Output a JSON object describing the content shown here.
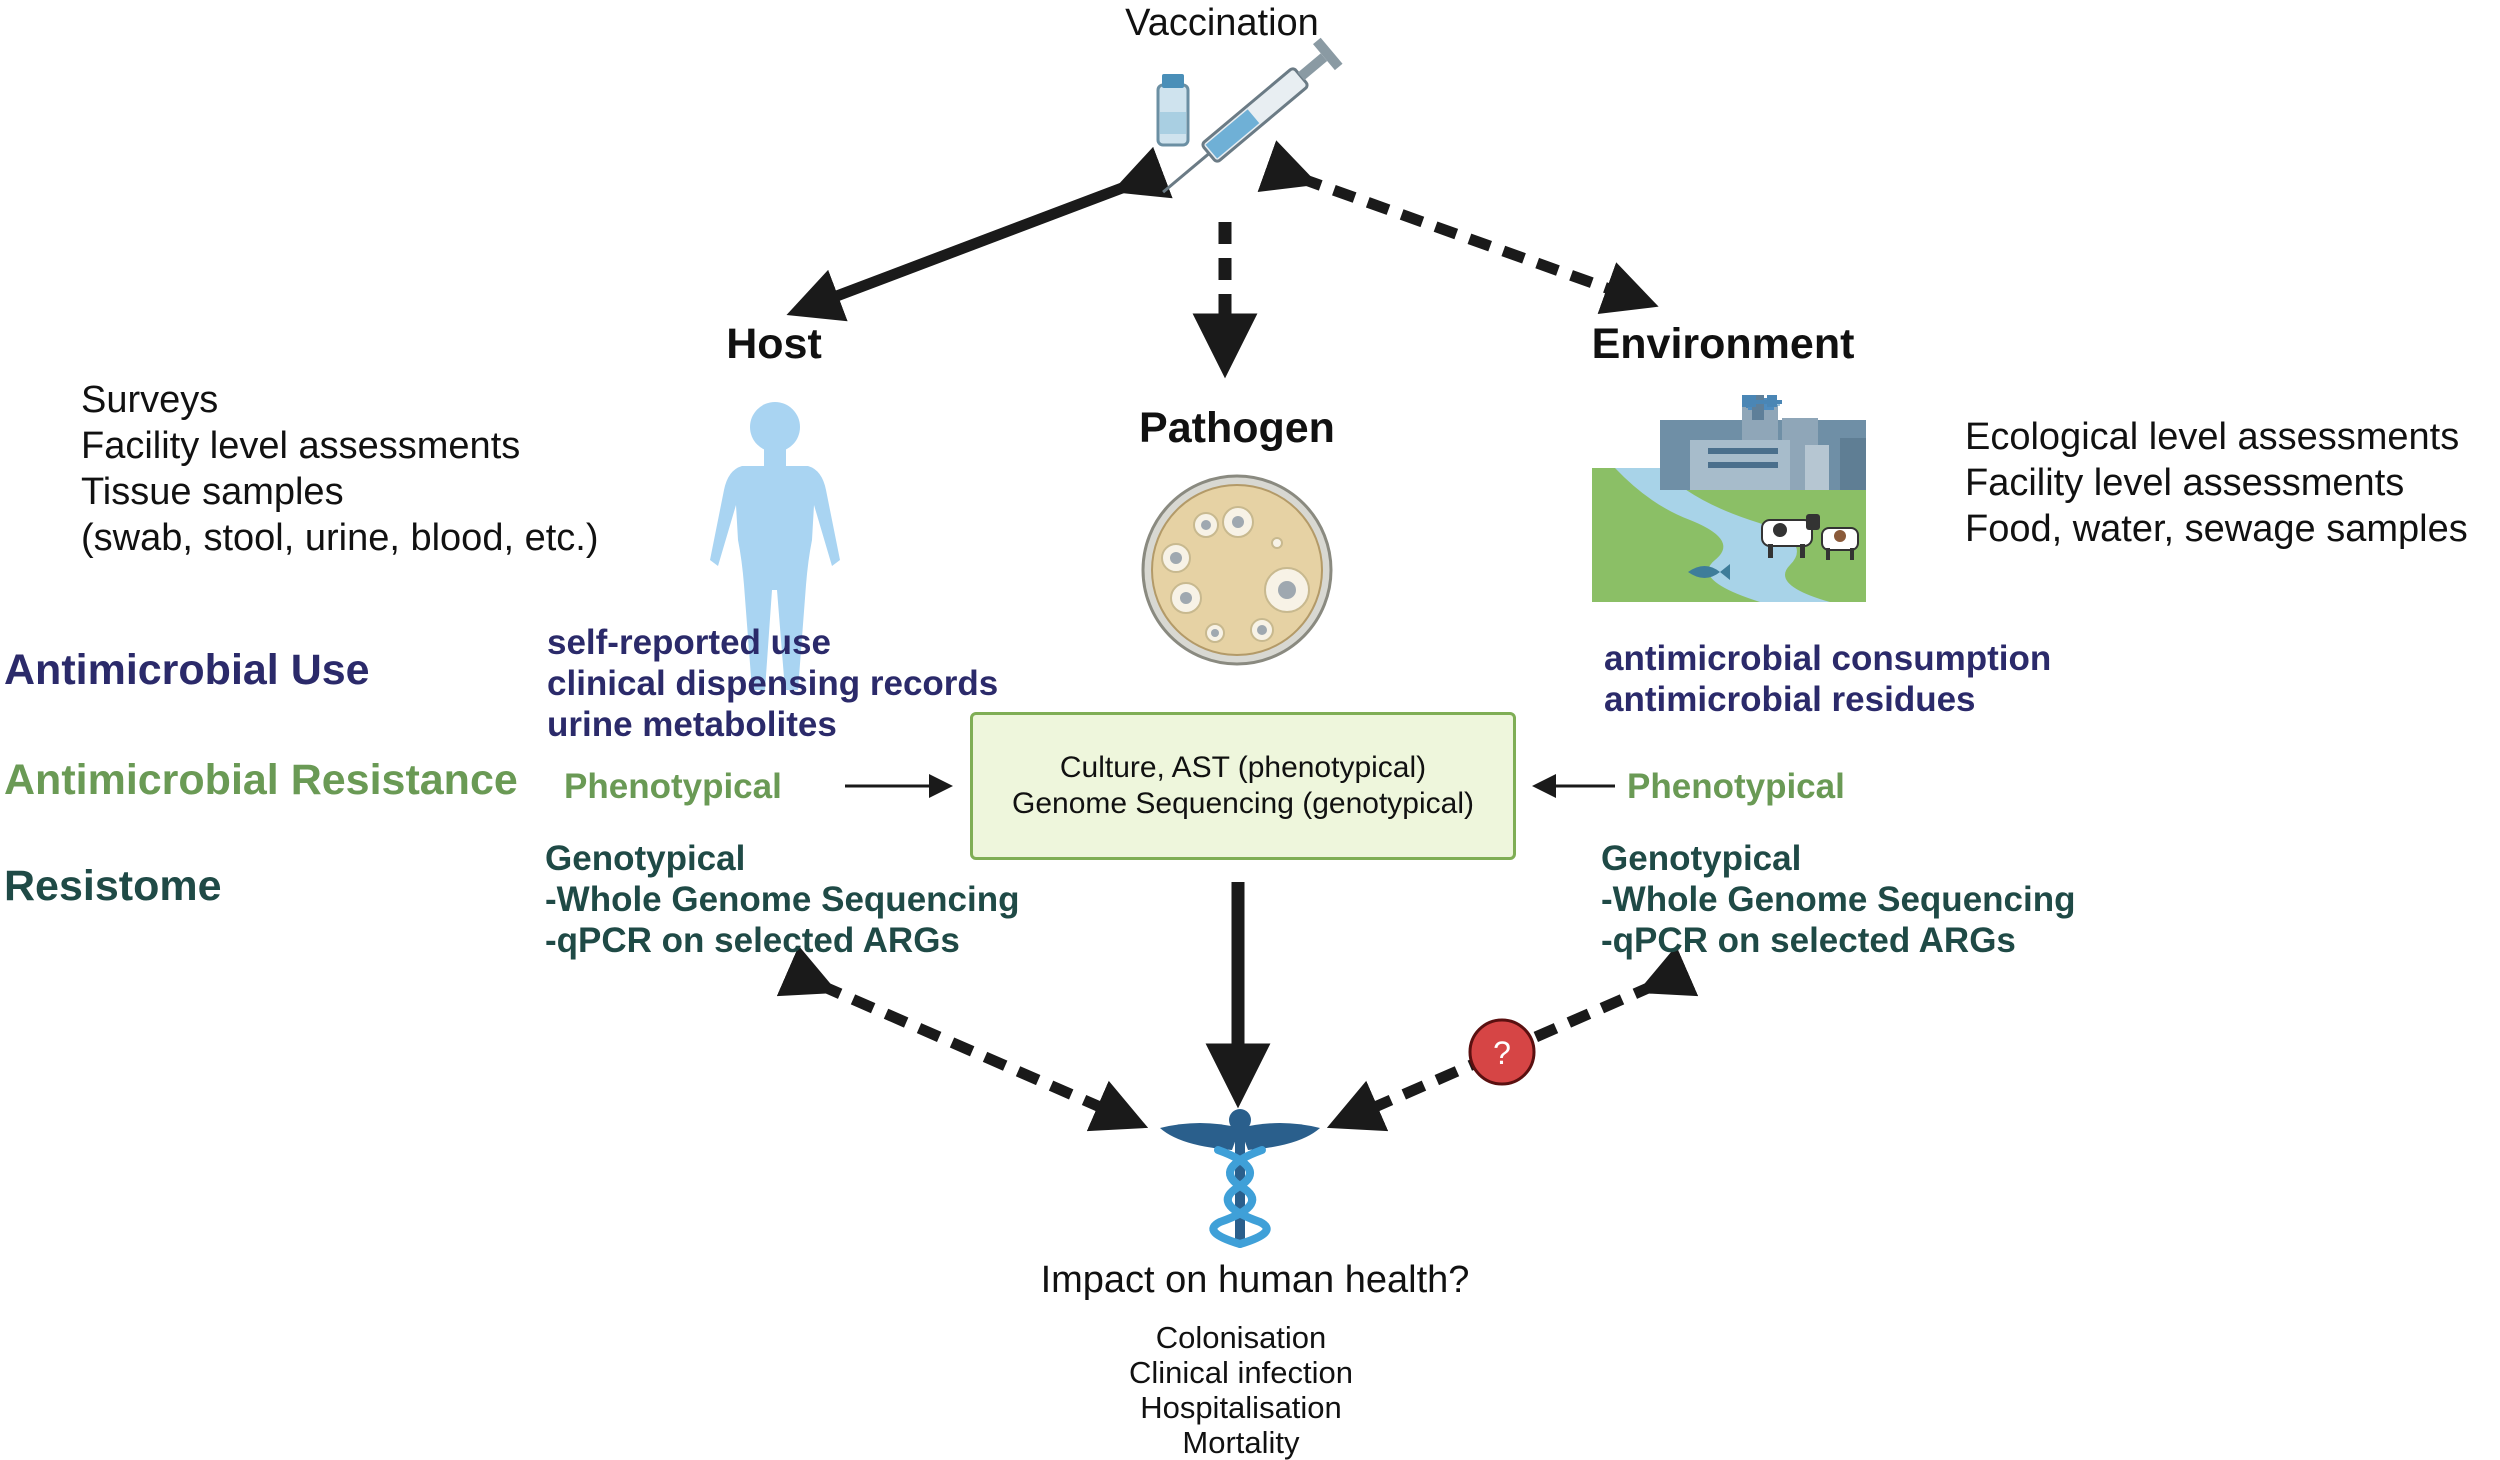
{
  "top": {
    "vaccination": "Vaccination"
  },
  "nodes": {
    "host": "Host",
    "pathogen": "Pathogen",
    "environment": "Environment"
  },
  "host_methods": [
    "Surveys",
    "Facility level assessments",
    "Tissue samples",
    "(swab, stool, urine, blood, etc.)"
  ],
  "env_methods": [
    "Ecological level assessments",
    "Facility level assessments",
    "Food, water, sewage samples"
  ],
  "rows": {
    "amu": "Antimicrobial Use",
    "amr": "Antimicrobial Resistance",
    "resistome": "Resistome"
  },
  "host_amu": [
    "self-reported use",
    "clinical dispensing records",
    "urine metabolites"
  ],
  "host_amr": "Phenotypical",
  "host_resistome": [
    "Genotypical",
    "-Whole Genome Sequencing",
    "-qPCR on selected ARGs"
  ],
  "env_amu": [
    "antimicrobial consumption",
    "antimicrobial residues"
  ],
  "env_amr": "Phenotypical",
  "env_resistome": [
    "Genotypical",
    "-Whole Genome Sequencing",
    "-qPCR on selected ARGs"
  ],
  "pathogen_box": [
    "Culture, AST (phenotypical)",
    "Genome Sequencing (genotypical)"
  ],
  "outcome": {
    "title": "Impact on human health?",
    "items": [
      "Colonisation",
      "Clinical infection",
      "Hospitalisation",
      "Mortality"
    ]
  },
  "question_badge": "?",
  "colors": {
    "purple": "#2b2a6a",
    "green": "#6a9a55",
    "teal": "#1f4a46",
    "box_fill": "#eef6dc",
    "box_border": "#7fae55",
    "badge": "#d64545"
  },
  "icons": [
    "vaccine-syringe-icon",
    "human-body-icon",
    "petri-dish-icon",
    "factory-landscape-icon",
    "caduceus-icon"
  ]
}
